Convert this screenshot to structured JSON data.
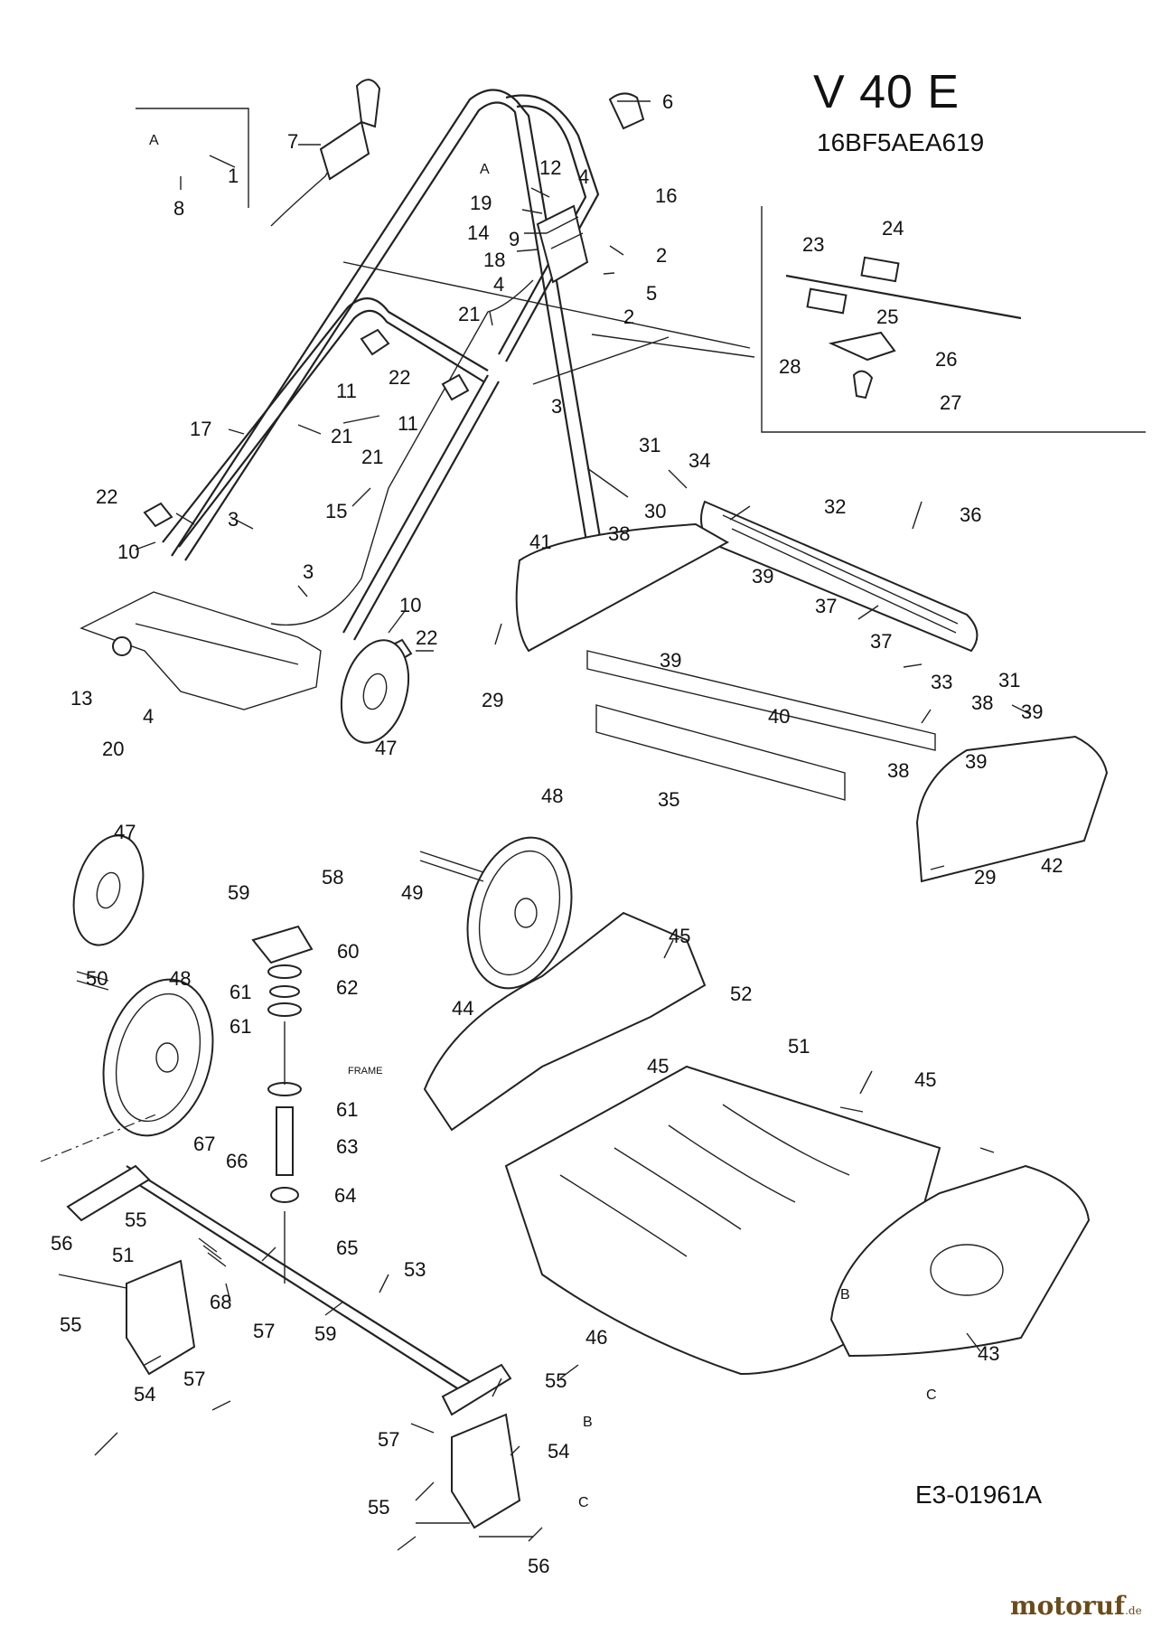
{
  "header": {
    "model": "V 40 E",
    "part_number": "16BF5AEA619"
  },
  "footer": {
    "diagram_id": "E3-01961A",
    "watermark_main": "motoruf",
    "watermark_suffix": ".de"
  },
  "callouts": {
    "c1": "1",
    "c2a": "2",
    "c2b": "2",
    "c3a": "3",
    "c3b": "3",
    "c3c": "3",
    "c4a": "4",
    "c4b": "4",
    "c4c": "4",
    "c5": "5",
    "c6": "6",
    "c7": "7",
    "c8": "8",
    "c9": "9",
    "c10a": "10",
    "c10b": "10",
    "c11a": "11",
    "c11b": "11",
    "c12": "12",
    "c13": "13",
    "c14": "14",
    "c15": "15",
    "c16": "16",
    "c17": "17",
    "c18": "18",
    "c19": "19",
    "c20": "20",
    "c21a": "21",
    "c21b": "21",
    "c21c": "21",
    "c22a": "22",
    "c22b": "22",
    "c22c": "22",
    "c23": "23",
    "c24": "24",
    "c25": "25",
    "c26": "26",
    "c27": "27",
    "c28": "28",
    "c29a": "29",
    "c29b": "29",
    "c30": "30",
    "c31a": "31",
    "c31b": "31",
    "c32": "32",
    "c33": "33",
    "c34": "34",
    "c35": "35",
    "c36": "36",
    "c37a": "37",
    "c37b": "37",
    "c38a": "38",
    "c38b": "38",
    "c38c": "38",
    "c39a": "39",
    "c39b": "39",
    "c39c": "39",
    "c39d": "39",
    "c40": "40",
    "c41": "41",
    "c42": "42",
    "c43": "43",
    "c44": "44",
    "c45a": "45",
    "c45b": "45",
    "c45c": "45",
    "c46": "46",
    "c47a": "47",
    "c47b": "47",
    "c48a": "48",
    "c48b": "48",
    "c49": "49",
    "c50": "50",
    "c51a": "51",
    "c51b": "51",
    "c52": "52",
    "c53": "53",
    "c54a": "54",
    "c54b": "54",
    "c55a": "55",
    "c55b": "55",
    "c55c": "55",
    "c55d": "55",
    "c56a": "56",
    "c56b": "56",
    "c57a": "57",
    "c57b": "57",
    "c57c": "57",
    "c58": "58",
    "c59a": "59",
    "c59b": "59",
    "c60": "60",
    "c61a": "61",
    "c61b": "61",
    "c61c": "61",
    "c62": "62",
    "c63": "63",
    "c64": "64",
    "c65": "65",
    "c66": "66",
    "c67": "67",
    "c68": "68"
  },
  "refs": {
    "a1": "A",
    "a2": "A",
    "b1": "B",
    "b2": "B",
    "cc1": "C",
    "cc2": "C",
    "frame": "FRAME"
  }
}
